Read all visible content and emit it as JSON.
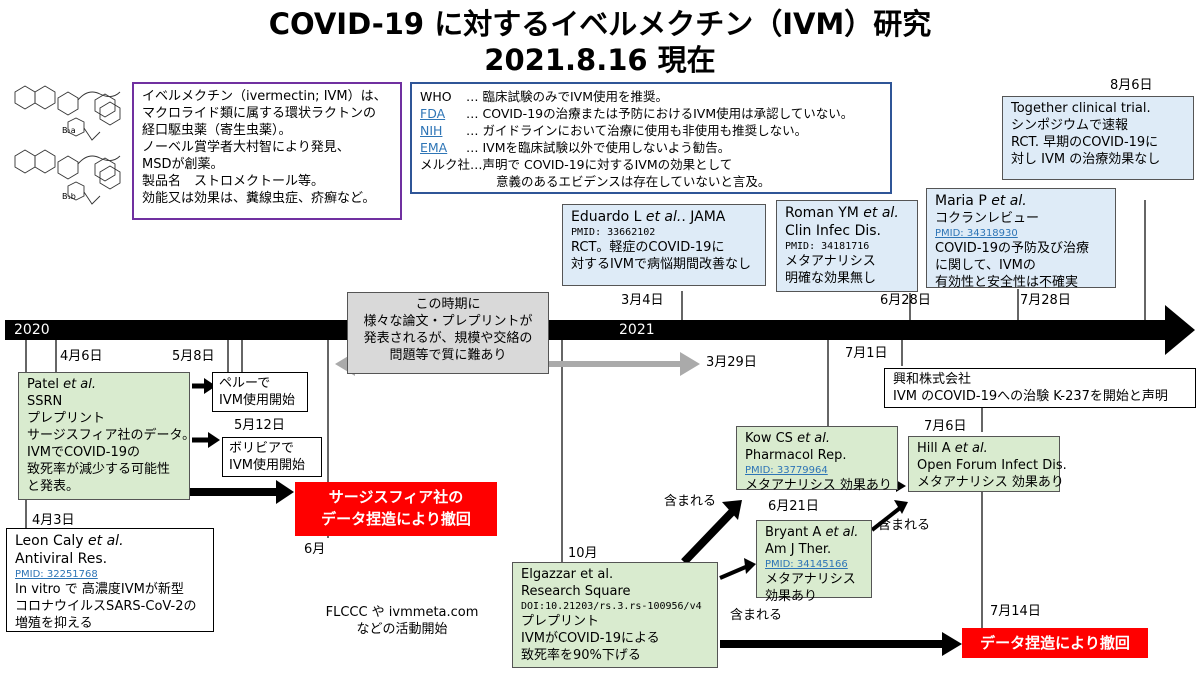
{
  "title_line1": "COVID-19 に対するイベルメクチン（IVM）研究",
  "title_line2": "2021.8.16 現在",
  "timeline": {
    "year_2020": "2020",
    "year_2021": "2021"
  },
  "molecule_labels": {
    "top": "B₁a",
    "bottom": "B₁b"
  },
  "ivm_info": {
    "lines": [
      "イベルメクチン（ivermectin; IVM）は、",
      "マクロライド類に属する環状ラクトンの",
      "経口駆虫薬（寄生虫薬）。",
      "ノーベル賞学者大村智により発見、",
      "MSDが創薬。",
      "製品名　ストロメクトール等。",
      "効能又は効果は、糞線虫症、疥癬など。"
    ]
  },
  "orgs": [
    {
      "name": "WHO",
      "linked": false,
      "text": "…  臨床試験のみでIVM使用を推奨。"
    },
    {
      "name": "FDA",
      "linked": true,
      "text": "…  COVID-19の治療または予防におけるIVM使用は承認していない。"
    },
    {
      "name": "NIH",
      "linked": true,
      "text": "…  ガイドラインにおいて治療に使用も非使用も推奨しない。"
    },
    {
      "name": "EMA",
      "linked": true,
      "text": "…  IVMを臨床試験以外で使用しないよう勧告。"
    },
    {
      "name": "メルク社",
      "linked": false,
      "text": "…声明で COVID-19に対するIVMの効果として"
    },
    {
      "name": "",
      "linked": false,
      "text": "意義のあるエビデンスは存在していないと言及。"
    }
  ],
  "dates": {
    "apr3": "4月3日",
    "apr6": "4月6日",
    "may8": "5月8日",
    "may12": "5月12日",
    "jun_2020": "6月",
    "oct": "10月",
    "mar4": "3月4日",
    "mar29": "3月29日",
    "jun21": "6月21日",
    "jun28": "6月28日",
    "jul1": "7月1日",
    "jul6": "7月6日",
    "jul14": "7月14日",
    "jul28": "7月28日",
    "aug6": "8月6日"
  },
  "caly": {
    "author": "Leon Caly",
    "etal": "et al.",
    "journal": "Antiviral Res.",
    "pmid": "PMID: 32251768",
    "lines": [
      "In vitro で 高濃度IVMが新型",
      "コロナウイルスSARS-CoV-2の",
      "増殖を抑える"
    ]
  },
  "patel": {
    "author": "Patel",
    "etal": "et al.",
    "lines": [
      "SSRN",
      "プレプリント",
      "サージスフィア社のデータ。",
      "IVMでCOVID-19の",
      "致死率が減少する可能性",
      "と発表。"
    ]
  },
  "peru": {
    "lines": [
      "ペルーで",
      "IVM使用開始"
    ]
  },
  "bolivia": {
    "lines": [
      "ボリビアで",
      "IVM使用開始"
    ]
  },
  "surgisphere_retract": {
    "lines": [
      "サージスフィア社の",
      "データ捏造により撤回"
    ]
  },
  "gray_note": {
    "lines": [
      "この時期に",
      "様々な論文・プレプリントが",
      "発表されるが、規模や交絡の",
      "問題等で質に難あり"
    ]
  },
  "flccc": {
    "lines": [
      "FLCCC や ivmmeta.com",
      "などの活動開始"
    ]
  },
  "elgazzar": {
    "author": "Elgazzar et al.",
    "source": "Research Square",
    "doi": "DOI:10.21203/rs.3.rs-100956/v4",
    "lines": [
      "プレプリント",
      "IVMがCOVID-19による",
      "致死率を90%下げる"
    ]
  },
  "elgazzar_retract": "データ捏造により撤回",
  "included": [
    "含まれる",
    "含まれる",
    "含まれる"
  ],
  "eduardo": {
    "author": "Eduardo L",
    "etal": "et al.",
    "journal": "JAMA",
    "pmid": "PMID: 33662102",
    "lines": [
      "RCT。軽症のCOVID-19に",
      "対するIVMで病悩期間改善なし"
    ]
  },
  "roman": {
    "author": "Roman YM",
    "etal": "et al.",
    "journal": "Clin Infec Dis.",
    "pmid": "PMID: 34181716",
    "lines": [
      "メタアナリシス",
      "明確な効果無し"
    ]
  },
  "maria": {
    "author": "Maria P",
    "etal": "et al.",
    "pmid": "PMID: 34318930",
    "lines": [
      "コクランレビュー",
      "COVID-19の予防及び治療",
      "に関して、IVMの",
      "有効性と安全性は不確実"
    ]
  },
  "together": {
    "lines": [
      "Together clinical trial.",
      "シンポジウムで速報",
      "RCT. 早期のCOVID-19に",
      "対し IVM の治療効果なし"
    ]
  },
  "kow": {
    "author": "Kow CS",
    "etal": "et al.",
    "journal": "Pharmacol Rep.",
    "pmid": "PMID: 33779964",
    "lines": [
      "メタアナリシス 効果あり"
    ]
  },
  "bryant": {
    "author": "Bryant A",
    "etal": "et al.",
    "journal": "Am J Ther.",
    "pmid": "PMID: 34145166",
    "lines": [
      "メタアナリシス",
      "効果あり"
    ]
  },
  "kowa": {
    "lines": [
      "興和株式会社",
      "IVM のCOVID-19への治験 K-237を開始と声明"
    ]
  },
  "hill": {
    "author": "Hill A",
    "etal": "et al.",
    "journal": "Open Forum Infect Dis.",
    "lines": [
      "メタアナリシス 効果あり"
    ]
  },
  "colors": {
    "green_box": "#d9ebcf",
    "blue_box": "#deebf7",
    "gray_box": "#d9d9d9",
    "red": "#ff0000",
    "purple": "#7030a0",
    "navy": "#2f5597",
    "link": "#2e75b6"
  }
}
